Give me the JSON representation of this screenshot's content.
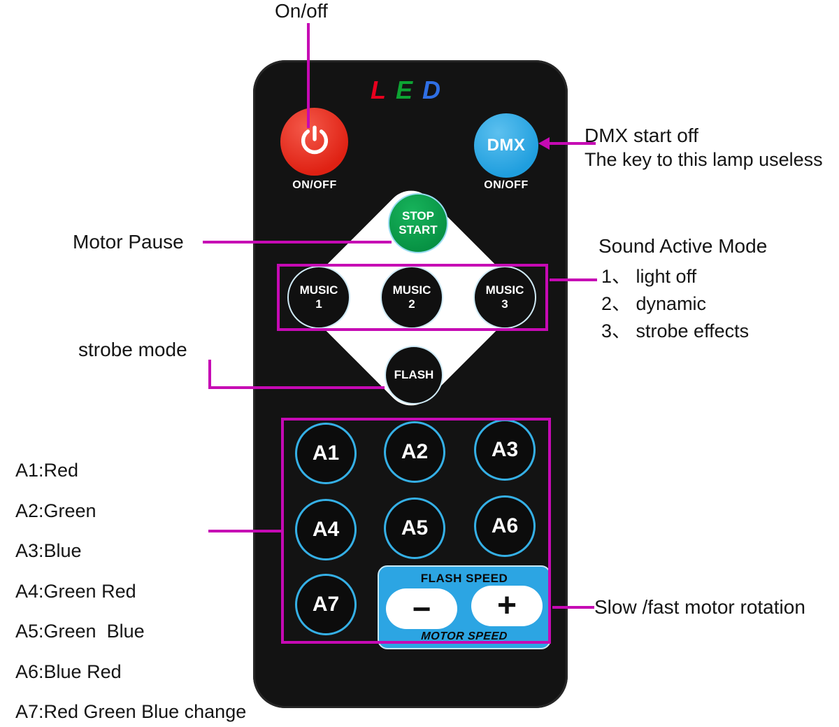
{
  "logo": {
    "l": "L",
    "e": "E",
    "d": "D"
  },
  "remote": {
    "power": {
      "onoff": "ON/OFF"
    },
    "dmx": {
      "label": "DMX",
      "onoff": "ON/OFF"
    },
    "stop_start": {
      "top": "STOP",
      "bottom": "START"
    },
    "music": [
      {
        "top": "MUSIC",
        "num": "1"
      },
      {
        "top": "MUSIC",
        "num": "2"
      },
      {
        "top": "MUSIC",
        "num": "3"
      }
    ],
    "flash": "FLASH",
    "a_buttons": [
      "A1",
      "A2",
      "A3",
      "A4",
      "A5",
      "A6",
      "A7"
    ],
    "speed": {
      "flash_label": "FLASH SPEED",
      "motor_label": "MOTOR SPEED",
      "minus": "−",
      "plus": "+"
    }
  },
  "annotations": {
    "on_off": "On/off",
    "dmx_title": "DMX start off",
    "dmx_sub": "The key to this lamp useless",
    "motor_pause": "Motor Pause",
    "sound_title": "Sound Active Mode",
    "sound_items": [
      "1、 light off",
      "2、 dynamic",
      "3、 strobe effects"
    ],
    "strobe_mode": "strobe mode",
    "a_legend": [
      "A1:Red",
      "A2:Green",
      "A3:Blue",
      "A4:Green Red",
      "A5:Green  Blue",
      "A6:Blue Red",
      "A7:Red Green Blue change"
    ],
    "motor_rotation": "Slow /fast motor rotation"
  },
  "colors": {
    "annotation": "#c60ab4",
    "power-red": "#df2113",
    "dmx-blue": "#1f9ede",
    "stop-green": "#079143",
    "a-ring": "#35b0e6",
    "panel-blue": "#2ca5e3",
    "logo-l": "#e8001e",
    "logo-e": "#0da333",
    "logo-d": "#2f6fe4"
  }
}
